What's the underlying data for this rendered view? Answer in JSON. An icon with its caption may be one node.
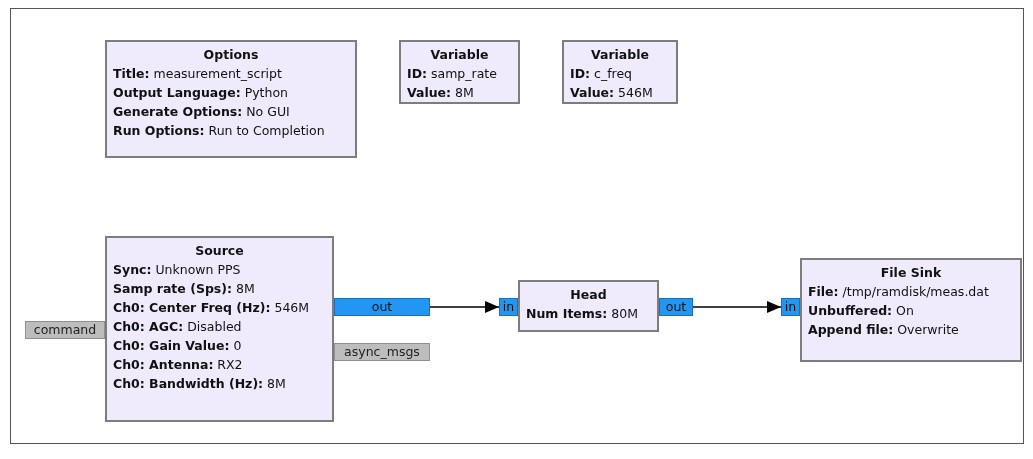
{
  "diagram": {
    "nodes": [
      {
        "text": [
          "Options",
          "**Title:** measurement_script",
          "**Output Language:** Python",
          "**Generate Options:** No GUI",
          "**Run Options:** Run to Completion"
        ]
      },
      {
        "text": [
          "Variable",
          "**ID:** samp_rate",
          "**Value:** 8M"
        ]
      },
      {
        "text": [
          "Variable",
          "**ID:** c_freq",
          "**Value:** 546M"
        ]
      },
      {
        "text": [
          "Source",
          "**Sync:** Unknown PPS",
          "**Samp rate (Sps):** 8M",
          "**Ch0: Center Freq (Hz):** 546M",
          "**Ch0: AGC:** Disabled",
          "**Ch0: Gain Value:** 0",
          "**Ch0: Antenna:** RX2",
          "**Ch0: Bandwidth (Hz):** 8M"
        ]
      },
      {
        "text": [
          "command"
        ]
      },
      {
        "text": [
          "out"
        ]
      },
      {
        "text": [
          "async_msgs"
        ]
      },
      {
        "text": [
          "in"
        ]
      },
      {
        "text": [
          "Head",
          "**Num Items:** 80M"
        ]
      },
      {
        "text": [
          "out"
        ]
      },
      {
        "text": [
          "in"
        ]
      },
      {
        "text": [
          "File Sink",
          "**File:** /tmp/ramdisk/meas.dat",
          "**Unbuffered:** On",
          "**Append file:** Overwrite"
        ]
      }
    ],
    "edges": [
      {
        "from": 5,
        "to": 7,
        "arrow": "to"
      },
      {
        "from": 9,
        "to": 10,
        "arrow": "to"
      }
    ]
  }
}
